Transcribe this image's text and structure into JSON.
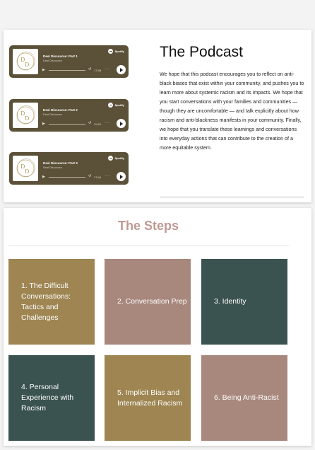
{
  "podcast": {
    "title": "The Podcast",
    "body": "We hope that this podcast encourages you to reflect on anti-black biases that exist within your community, and pushes you to learn more about systemic racism and its impacts. We hope that you start conversations with your families and communities — though they are uncomfortable — and talk explicitly about how racism and anti-blackness manifests in your community. Finally, we hope that you translate these learnings and conversations into everyday actions that can contribute to the creation of a more equitable system.",
    "embed_brand": "Spotify",
    "episodes": [
      {
        "title": "Desi Discourse: Part 1",
        "show": "Desi Discourse",
        "duration": "17:48",
        "progress": 0
      },
      {
        "title": "Desi Discourse: Part 2",
        "show": "Desi Discourse",
        "duration": "11:20",
        "progress": 0
      },
      {
        "title": "Desi Discourse: Part 3",
        "show": "Desi Discourse",
        "duration": "17:44",
        "progress": 0
      }
    ],
    "art_letters": "DD",
    "colors": {
      "embed_bg": "#5b5138"
    }
  },
  "steps": {
    "title": "The Steps",
    "items": [
      {
        "label": "1. The Difficult Conversations: Tactics and Challenges",
        "color": "#9e8552"
      },
      {
        "label": "2. Conversation Prep",
        "color": "#a8877c"
      },
      {
        "label": "3. Identity",
        "color": "#3a5250"
      },
      {
        "label": "4. Personal Experience with Racism",
        "color": "#3a5250"
      },
      {
        "label": "5. Implicit Bias and Internalized Racism",
        "color": "#9e8552"
      },
      {
        "label": "6. Being Anti-Racist",
        "color": "#a8877c"
      }
    ]
  },
  "icons": [
    "spotify-logo-icon",
    "speaker-icon",
    "skip-back-15-icon",
    "more-icon",
    "play-icon"
  ]
}
